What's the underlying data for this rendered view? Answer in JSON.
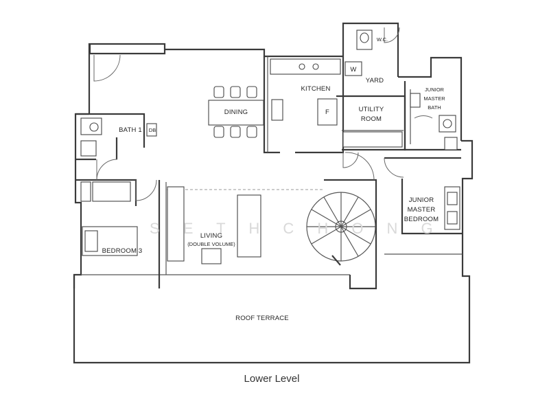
{
  "rooms": {
    "dining": "DINING",
    "kitchen": "KITCHEN",
    "yard": "YARD",
    "wc": "W.C.",
    "w_mark": "W",
    "f_mark": "F",
    "utility_line1": "UTILITY",
    "utility_line2": "ROOM",
    "jm_bath_line1": "JUNIOR",
    "jm_bath_line2": "MASTER",
    "jm_bath_line3": "BATH",
    "bath1": "BATH 1",
    "db_mark": "DB",
    "jm_bed_line1": "JUNIOR",
    "jm_bed_line2": "MASTER",
    "jm_bed_line3": "BEDROOM",
    "living": "LIVING",
    "living_sub": "(DOUBLE VOLUME)",
    "bedroom3": "BEDROOM 3",
    "roof_terrace": "ROOF TERRACE"
  },
  "watermark": "S E T H   C H O N G",
  "caption": "Lower Level"
}
